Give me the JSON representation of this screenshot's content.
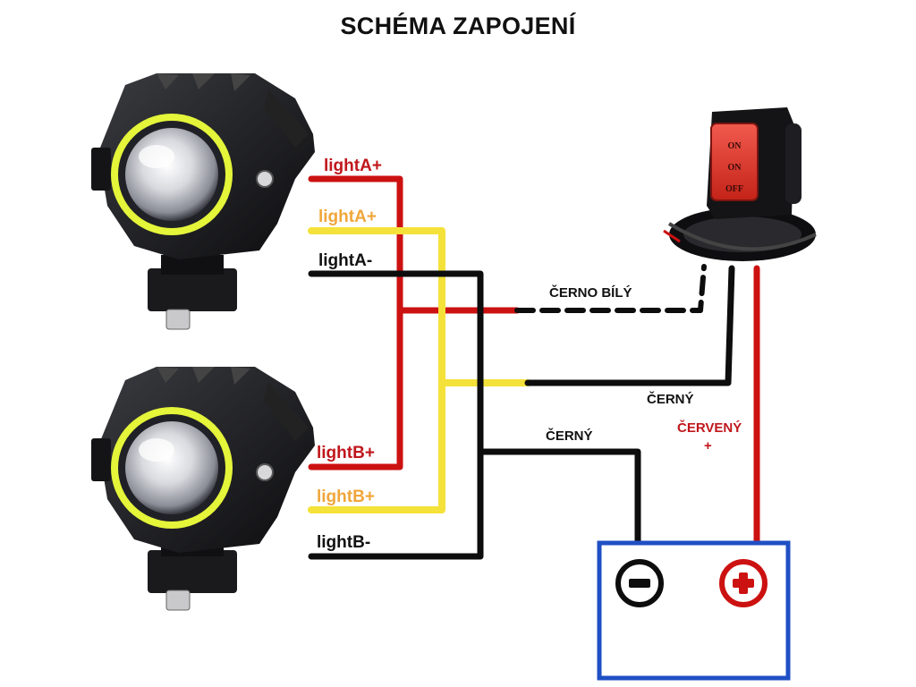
{
  "title": "SCHÉMA ZAPOJENÍ",
  "colors": {
    "red_wire": "#cc1111",
    "yellow_wire": "#f4e23a",
    "black_wire": "#0d0d0d",
    "light_a_plus_red_label": "#c0171c",
    "light_a_plus_yellow_label": "#f0a63a",
    "battery_outline": "#1f4fc4",
    "ring": "#e4f53a",
    "switch_button": "#e0342b"
  },
  "labels": {
    "light_a_red": "lightA+",
    "light_a_yellow": "lightA+",
    "light_a_minus": "lightA-",
    "light_b_red": "lightB+",
    "light_b_yellow": "lightB+",
    "light_b_minus": "lightB-",
    "wire_black_white": "ČERNO BÍLÝ",
    "wire_black_switch": "ČERNÝ",
    "wire_black_battery": "ČERNÝ",
    "wire_red_battery": "ČERVENÝ",
    "wire_red_plus": "+"
  },
  "switch": {
    "on_1": "ON",
    "on_2": "ON",
    "off": "OFF"
  },
  "battery": {
    "negative_icon": "minus-icon",
    "positive_icon": "plus-icon"
  },
  "lights": [
    {
      "name": "light-a",
      "icon": "fog-light-icon"
    },
    {
      "name": "light-b",
      "icon": "fog-light-icon"
    }
  ]
}
